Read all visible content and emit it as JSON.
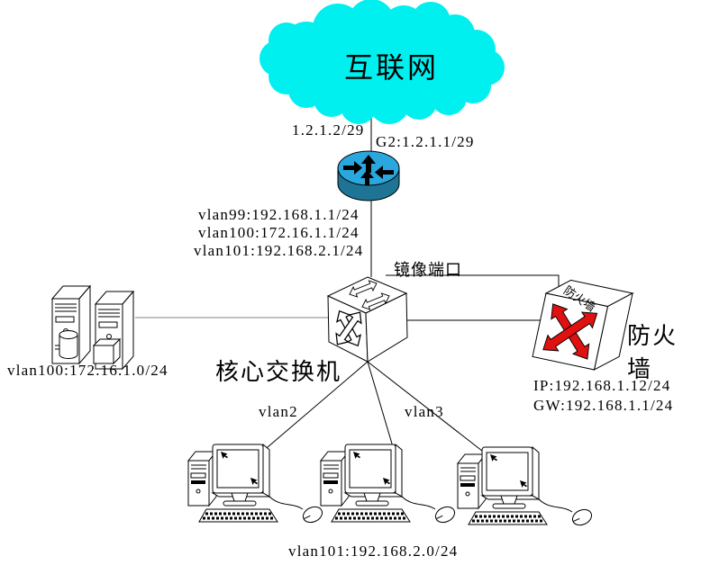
{
  "cloud": {
    "label": "互联网"
  },
  "router": {
    "wan_ip": "1.2.1.2/29",
    "g2_ip": "G2:1.2.1.1/29",
    "vlan99": "vlan99:192.168.1.1/24",
    "vlan100": "vlan100:172.16.1.1/24",
    "vlan101": "vlan101:192.168.2.1/24"
  },
  "core_switch": {
    "name": "核心交换机",
    "mirror_port_label": "镜像端口",
    "vlan2_label": "vlan2",
    "vlan3_label": "vlan3"
  },
  "firewall": {
    "name": "防火墙",
    "box_text": "防火墙",
    "ip": "IP:192.168.1.12/24",
    "gw": "GW:192.168.1.1/24"
  },
  "servers": {
    "subnet_label": "vlan100:172.16.1.0/24"
  },
  "workstations": {
    "subnet_label": "vlan101:192.168.2.0/24"
  },
  "colors": {
    "cloud": "#00EFEF",
    "router_top": "#2AA7DF",
    "router_side": "#1E7495",
    "firewall_arrow": "#E01111",
    "line": "#000000",
    "server_line": "#808080"
  }
}
